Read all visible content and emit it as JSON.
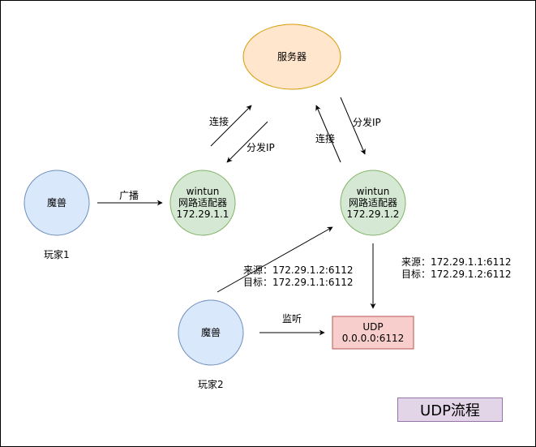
{
  "nodes": {
    "server": {
      "label": "服务器",
      "fill": "#ffe6cc",
      "stroke": "#d79b00"
    },
    "player1_game": {
      "label": "魔兽",
      "fill": "#dae8fc",
      "stroke": "#6c8ebf"
    },
    "player2_game": {
      "label": "魔兽",
      "fill": "#dae8fc",
      "stroke": "#6c8ebf"
    },
    "wintun1": {
      "line1": "wintun",
      "line2": "网路适配器",
      "line3": "172.29.1.1",
      "fill": "#d5e8d4",
      "stroke": "#82b366"
    },
    "wintun2": {
      "line1": "wintun",
      "line2": "网路适配器",
      "line3": "172.29.1.2",
      "fill": "#d5e8d4",
      "stroke": "#82b366"
    },
    "udp": {
      "line1": "UDP",
      "line2": "0.0.0.0:6112",
      "fill": "#f8cecc",
      "stroke": "#b85450"
    }
  },
  "labels": {
    "player1": "玩家1",
    "player2": "玩家2",
    "broadcast": "广播",
    "connect_left": "连接",
    "distribute_left": "分发IP",
    "connect_right": "连接",
    "distribute_right": "分发IP",
    "listen": "监听",
    "left_source": "来源：172.29.1.2:6112",
    "left_target": "目标：172.29.1.1:6112",
    "right_source": "来源：172.29.1.1:6112",
    "right_target": "目标：172.29.1.2:6112"
  },
  "title": "UDP流程"
}
